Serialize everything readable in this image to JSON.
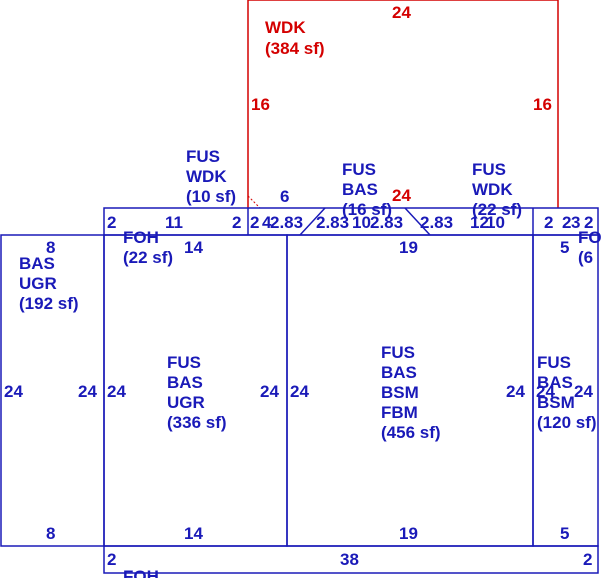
{
  "colors": {
    "wall": "#1a1ab8",
    "deck": "#d40000",
    "background": "#ffffff"
  },
  "deck": {
    "label": [
      "WDK",
      "(384 sf)"
    ],
    "top_dim": "24",
    "left_dim": "16",
    "right_dim": "16",
    "bottom_dim": "24"
  },
  "strip": {
    "dims": [
      "2",
      "11",
      "2",
      "2",
      "4",
      "2.83",
      "2.83",
      "10",
      "2.83",
      "2.83",
      "12",
      "10",
      "2",
      "2",
      "3",
      "2"
    ],
    "extra_dim": "6"
  },
  "labels": {
    "fus_wdk_left": [
      "FUS",
      "WDK",
      "(10 sf)"
    ],
    "fus_bas_mid": [
      "FUS",
      "BAS",
      "(16 sf)"
    ],
    "fus_wdk_right": [
      "FUS",
      "WDK",
      "(22 sf)"
    ],
    "foh_top": [
      "FOH",
      "(22 sf)"
    ],
    "bas_ugr_left": [
      "BAS",
      "UGR",
      "(192 sf)"
    ],
    "fus_bas_ugr": [
      "FUS",
      "BAS",
      "UGR",
      "(336 sf)"
    ],
    "fus_bas_bsm_fbm": [
      "FUS",
      "BAS",
      "BSM",
      "FBM",
      "(456 sf)"
    ],
    "fus_bas_bsm": [
      "FUS",
      "BAS",
      "BSM",
      "(120 sf)"
    ],
    "fo_right": [
      "FO",
      "(6"
    ],
    "foh_bottom": "FOH"
  },
  "dims": {
    "left_top": "8",
    "left_bottom": "8",
    "left_left": "24",
    "left_right": "24",
    "ugr_top": "14",
    "ugr_bottom": "14",
    "ugr_left": "24",
    "ugr_right": "24",
    "fbm_top": "19",
    "fbm_bottom": "19",
    "fbm_left": "24",
    "fbm_right": "24",
    "bsm_top": "5",
    "bsm_bottom": "5",
    "bsm_left": "24",
    "bsm_right": "24",
    "bottom_left": "2",
    "bottom_mid": "38",
    "bottom_right": "2"
  }
}
